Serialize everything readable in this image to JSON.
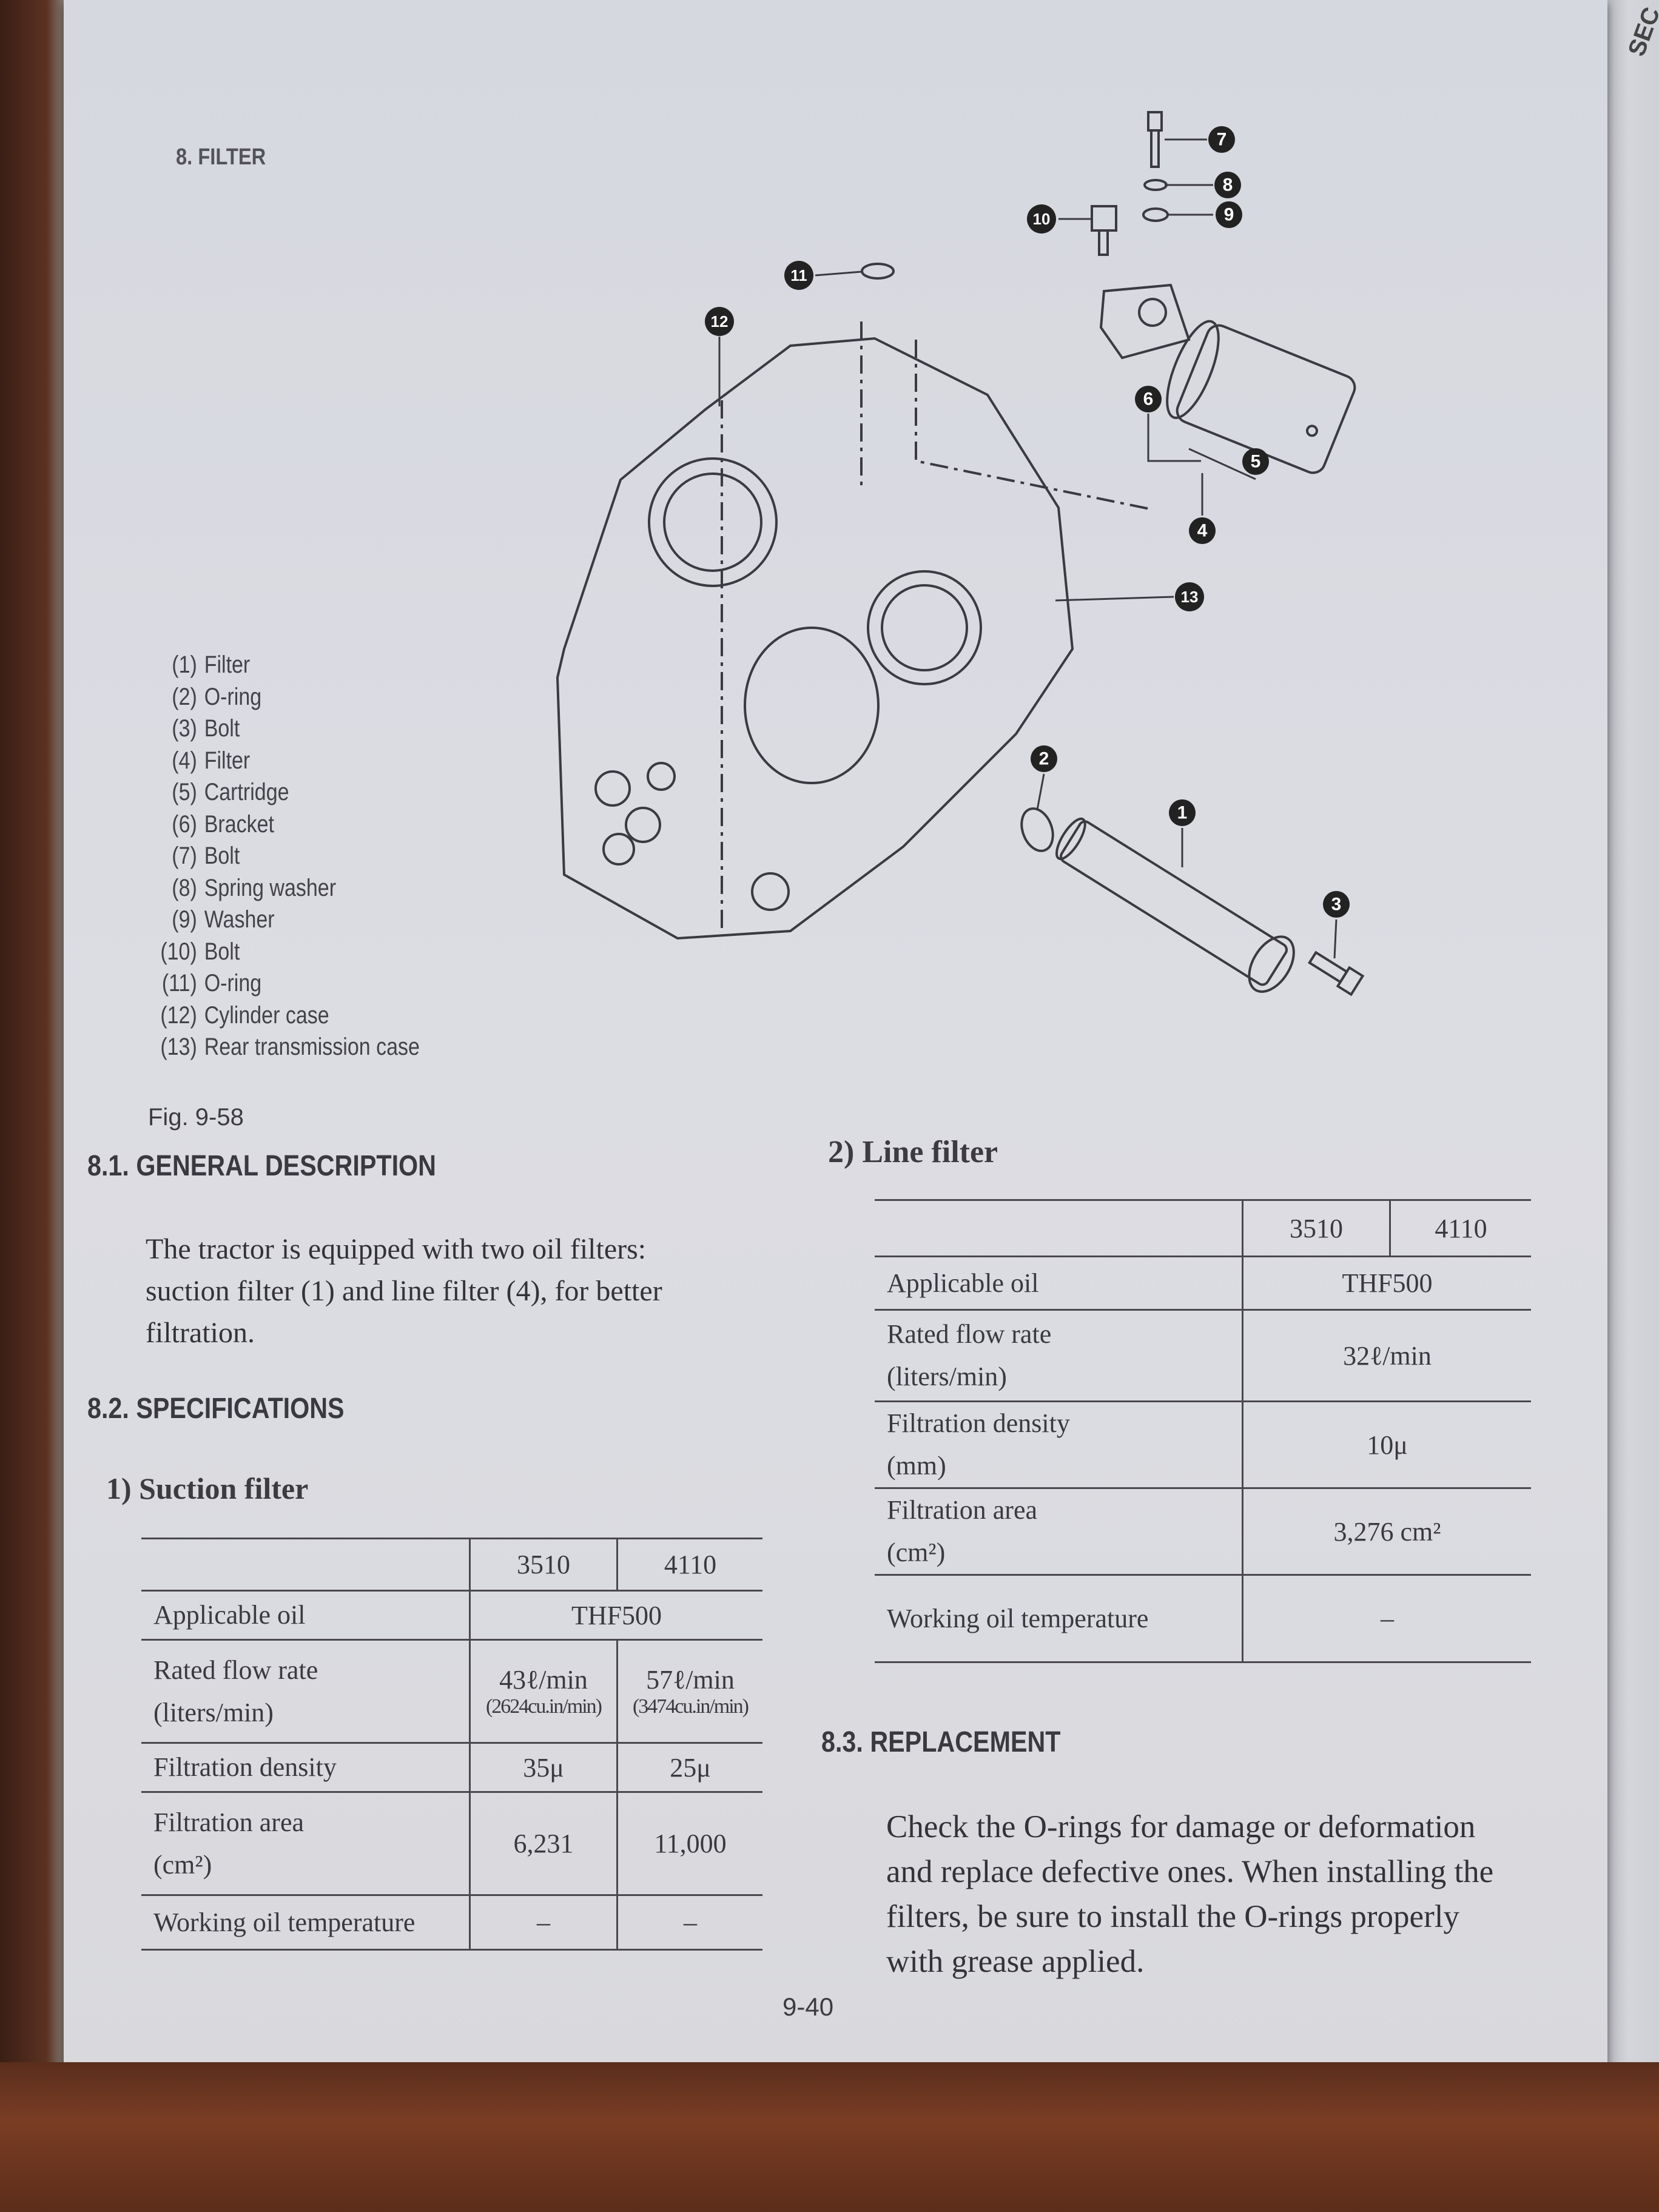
{
  "section_title": "8. FILTER",
  "legend": [
    {
      "num": "(1)",
      "label": "Filter"
    },
    {
      "num": "(2)",
      "label": "O-ring"
    },
    {
      "num": "(3)",
      "label": "Bolt"
    },
    {
      "num": "(4)",
      "label": "Filter"
    },
    {
      "num": "(5)",
      "label": "Cartridge"
    },
    {
      "num": "(6)",
      "label": "Bracket"
    },
    {
      "num": "(7)",
      "label": "Bolt"
    },
    {
      "num": "(8)",
      "label": "Spring washer"
    },
    {
      "num": "(9)",
      "label": "Washer"
    },
    {
      "num": "(10)",
      "label": "Bolt"
    },
    {
      "num": "(11)",
      "label": "O-ring"
    },
    {
      "num": "(12)",
      "label": "Cylinder case"
    },
    {
      "num": "(13)",
      "label": "Rear transmission case"
    }
  ],
  "diagram": {
    "callouts": {
      "c1": "1",
      "c2": "2",
      "c3": "3",
      "c4": "4",
      "c5": "5",
      "c6": "6",
      "c7": "7",
      "c8": "8",
      "c9": "9",
      "c10": "10",
      "c11": "11",
      "c12": "12",
      "c13": "13"
    }
  },
  "figure_caption": "Fig. 9-58",
  "general": {
    "heading": "8.1. GENERAL DESCRIPTION",
    "lines": [
      "The tractor is equipped with two oil filters:",
      "suction filter (1) and line filter (4), for better",
      "filtration."
    ]
  },
  "specs": {
    "heading": "8.2. SPECIFICATIONS",
    "suction": {
      "title": "1) Suction filter",
      "columns": [
        "3510",
        "4110"
      ],
      "applicable_oil": {
        "label": "Applicable oil",
        "value": "THF500"
      },
      "flow": {
        "label1": "Rated flow rate",
        "label2": "(liters/min)",
        "v3510": "43ℓ/min",
        "v3510_sub": "(2624cu.in/min)",
        "v4110": "57ℓ/min",
        "v4110_sub": "(3474cu.in/min)"
      },
      "density": {
        "label": "Filtration density",
        "v3510": "35μ",
        "v4110": "25μ"
      },
      "area": {
        "label1": "Filtration area",
        "label2": "(cm²)",
        "v3510": "6,231",
        "v4110": "11,000"
      },
      "temp": {
        "label": "Working oil temperature",
        "v3510": "–",
        "v4110": "–"
      }
    },
    "line": {
      "title": "2) Line filter",
      "columns": [
        "3510",
        "4110"
      ],
      "applicable_oil": {
        "label": "Applicable oil",
        "value": "THF500"
      },
      "flow": {
        "label1": "Rated flow rate",
        "label2": "(liters/min)",
        "value": "32ℓ/min"
      },
      "density": {
        "label1": "Filtration density",
        "label2": "(mm)",
        "value": "10μ"
      },
      "area": {
        "label1": "Filtration area",
        "label2": "(cm²)",
        "value": "3,276 cm²"
      },
      "temp": {
        "label": "Working oil temperature",
        "value": "–"
      }
    }
  },
  "replacement": {
    "heading": "8.3. REPLACEMENT",
    "lines": [
      "Check the O-rings for damage or deformation",
      "and replace defective ones. When installing the",
      "filters, be sure to install the O-rings properly",
      "with grease applied."
    ]
  },
  "page_number": "9-40",
  "next_page_fragment": "SEC"
}
